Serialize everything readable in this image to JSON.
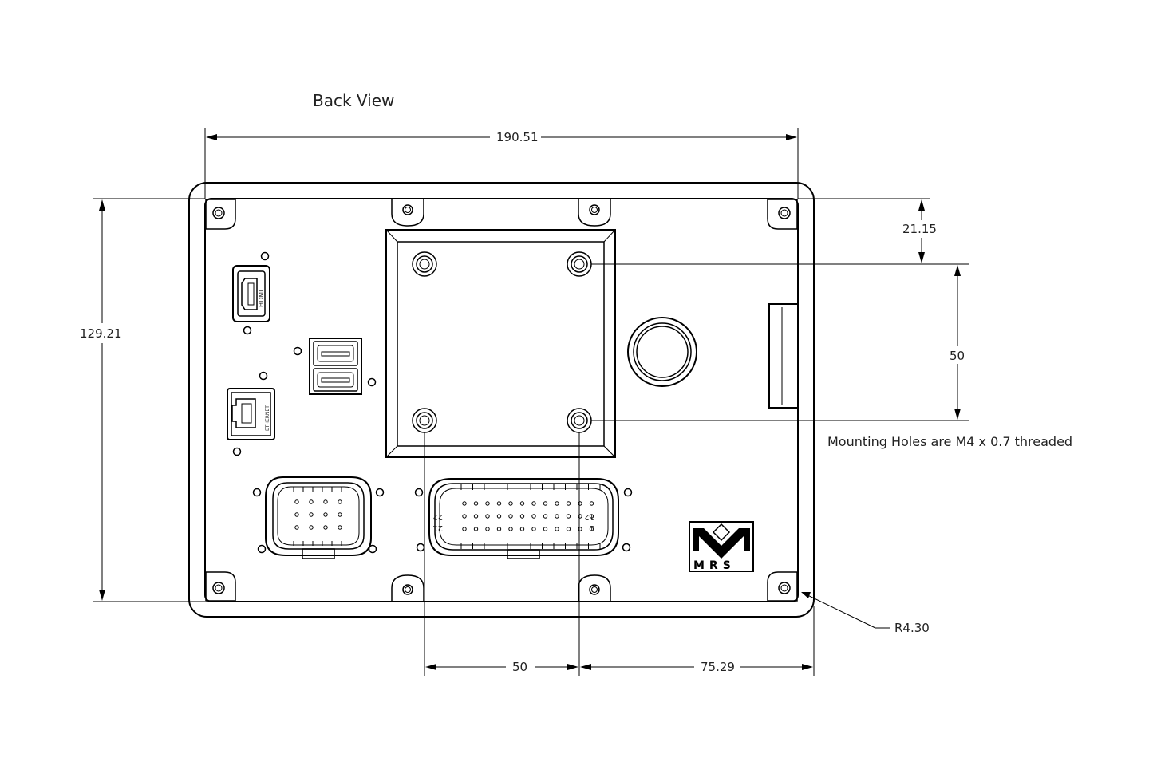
{
  "title": "Back View",
  "dimensions": {
    "overall_width": "190.51",
    "overall_height": "129.21",
    "top_offset": "21.15",
    "hole_spacing_vertical": "50",
    "hole_spacing_horizontal": "50",
    "right_offset": "75.29",
    "corner_radius": "R4.30"
  },
  "note": "Mounting Holes are M4 x 0.7 threaded",
  "logo": {
    "text": "MRS"
  },
  "connector_pin_labels": {
    "top_left": "22",
    "bottom_left": "21",
    "top_right": "12",
    "bottom_right": "1"
  },
  "port_labels": {
    "hdmi": "HDMI",
    "ethernet": "ETHERNET"
  }
}
